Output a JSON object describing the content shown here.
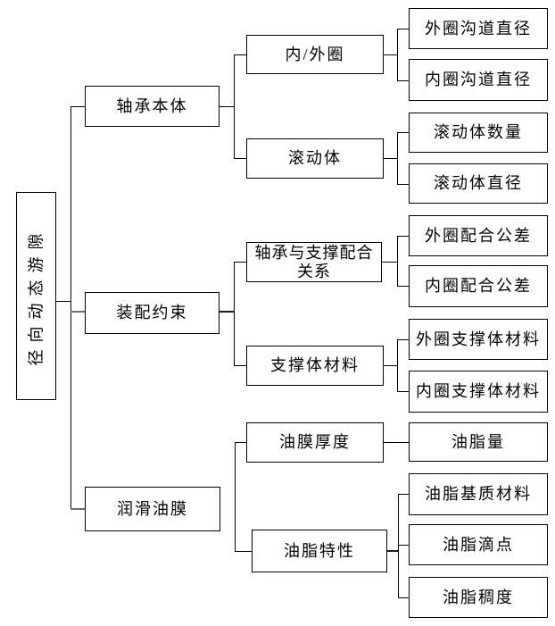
{
  "diagram": {
    "type": "tree",
    "direction": "left-to-right",
    "root": {
      "label": "径向动态游隙",
      "text_orientation": "vertical-bottom-to-top"
    },
    "branches": [
      {
        "label": "轴承本体",
        "children": [
          {
            "label": "内/外圈",
            "children": [
              {
                "label": "外圈沟道直径"
              },
              {
                "label": "内圈沟道直径"
              }
            ]
          },
          {
            "label": "滚动体",
            "children": [
              {
                "label": "滚动体数量"
              },
              {
                "label": "滚动体直径"
              }
            ]
          }
        ]
      },
      {
        "label": "装配约束",
        "children": [
          {
            "label": "轴承与支撑配合关系",
            "children": [
              {
                "label": "外圈配合公差"
              },
              {
                "label": "内圈配合公差"
              }
            ]
          },
          {
            "label": "支撑体材料",
            "children": [
              {
                "label": "外圈支撑体材料"
              },
              {
                "label": "内圈支撑体材料"
              }
            ]
          }
        ]
      },
      {
        "label": "润滑油膜",
        "children": [
          {
            "label": "油膜厚度",
            "children": [
              {
                "label": "油脂量"
              }
            ]
          },
          {
            "label": "油脂特性",
            "children": [
              {
                "label": "油脂基质材料"
              },
              {
                "label": "油脂滴点"
              },
              {
                "label": "油脂稠度"
              }
            ]
          }
        ]
      }
    ]
  },
  "colors": {
    "background": "#ffffff",
    "box_border": "#000000",
    "connector": "#000000",
    "connector_accent_gray": "#6e6e6e"
  }
}
